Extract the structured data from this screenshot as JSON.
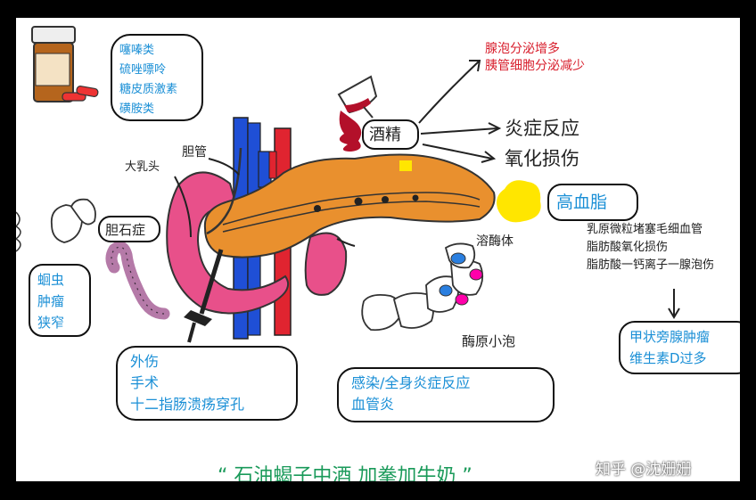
{
  "drugs_box": {
    "lines": [
      "噻嗪类",
      "硫唑嘌呤",
      "糖皮质激素",
      "磺胺类"
    ]
  },
  "gallstone_label": "胆石症",
  "worm_box": {
    "lines": [
      "蛔虫",
      "肿瘤",
      "狭窄"
    ]
  },
  "bile_duct_label": "胆管",
  "papilla_label": "大乳头",
  "alcohol_label": "酒精",
  "alcohol_effects_red": [
    "腺泡分泌增多",
    "胰管细胞分泌减少"
  ],
  "inflammation_label": "炎症反应",
  "oxidative_label": "氧化损伤",
  "lipid_label": "高血脂",
  "lipid_mechanisms": [
    "乳原微粒堵塞毛细血管",
    "脂肪酸氧化损伤",
    "脂肪酸一钙离子一腺泡伤"
  ],
  "lysosome_label": "溶酶体",
  "zymogen_label": "酶原小泡",
  "trauma_box": {
    "lines": [
      "外伤",
      "手术",
      "十二指肠溃疡穿孔"
    ]
  },
  "infection_box": {
    "lines": [
      "感染/全身炎症反应",
      "血管炎"
    ]
  },
  "hyperpara_box": {
    "lines": [
      "甲状旁腺肿瘤",
      "维生素D过多"
    ]
  },
  "bottom_quote": "“ 石油蝎子中酒 加拳加牛奶 ”",
  "watermark": "知乎 @沈姗姗",
  "colors": {
    "blue": "#1a8fd6",
    "red": "#d81e2c",
    "pancreas": "#e9902e",
    "duodenum": "#e8508a",
    "yellow": "#ffe600"
  }
}
